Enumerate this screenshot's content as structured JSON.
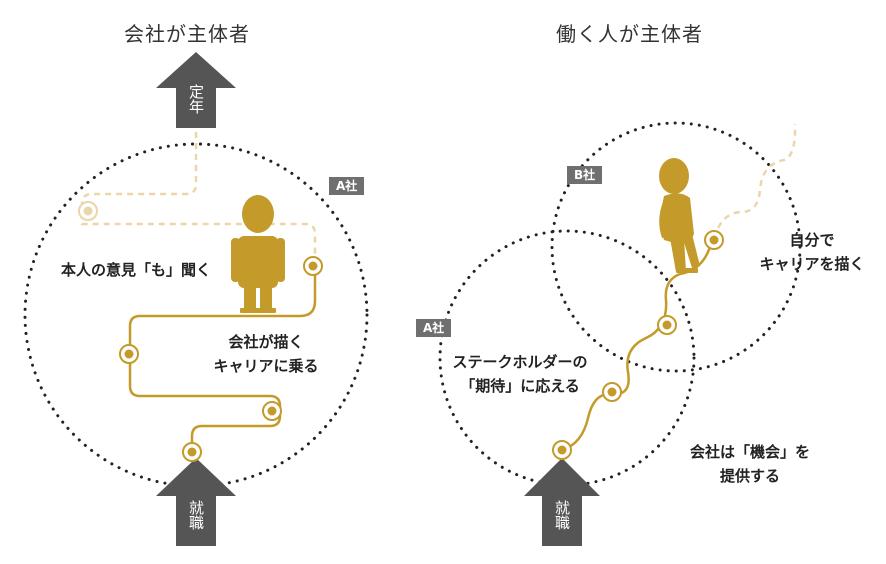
{
  "left": {
    "title": "会社が主体者",
    "badge": "A社",
    "arrow_top": "定年",
    "arrow_bottom": "就職",
    "label_opinion": "本人の意見「も」聞く",
    "label_company_line1": "会社が描く",
    "label_company_line2": "キャリアに乗る"
  },
  "right": {
    "title": "働く人が主体者",
    "badge_b": "B社",
    "badge_a": "A社",
    "arrow_bottom": "就職",
    "label_self_line1": "自分で",
    "label_self_line2": "キャリアを描く",
    "label_stakeholder_line1": "ステークホルダーの",
    "label_stakeholder_line2": "「期待」に応える",
    "label_opportunity_line1": "会社は「機会」を",
    "label_opportunity_line2": "提供する"
  },
  "colors": {
    "gold": "#c49a2a",
    "gold_light": "#ead6a8",
    "arrow_gray": "#555555",
    "badge_gray": "#6f6f6f",
    "dot_circle": "#222222"
  }
}
